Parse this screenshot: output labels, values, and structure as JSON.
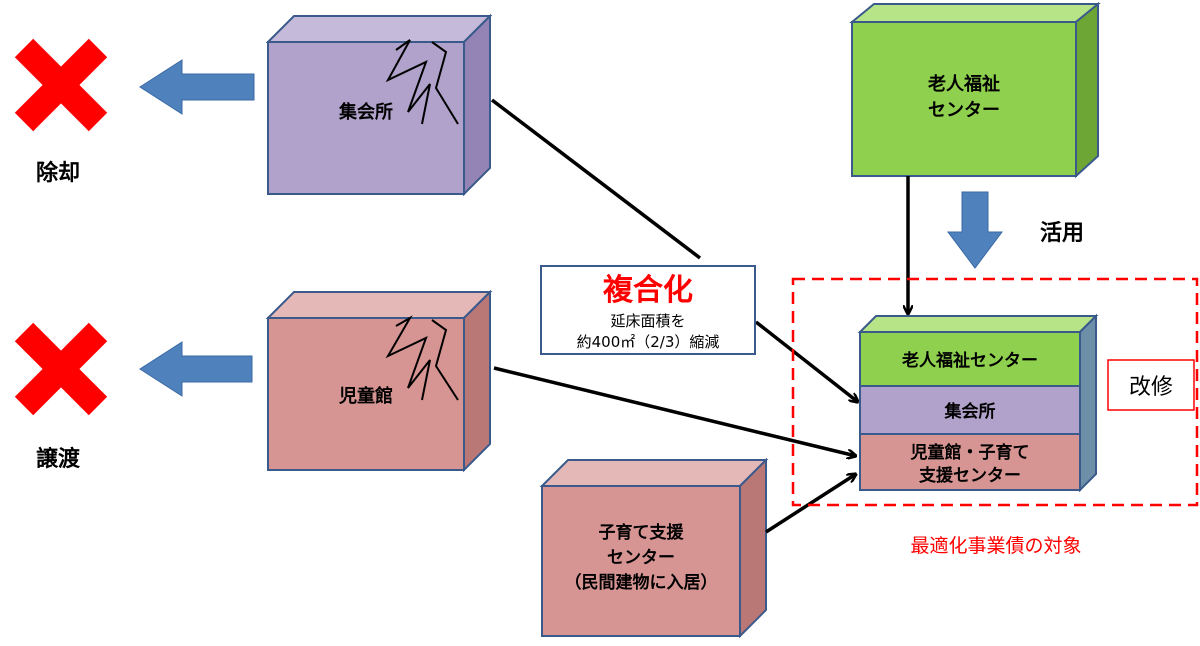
{
  "colors": {
    "purple_front": "#B0A2CA",
    "pink_front": "#D69593",
    "green_front": "#8FD14F",
    "box_stroke": "#3A5A8C",
    "blue_arrow": "#4F81BD",
    "red": "#FF0000",
    "black": "#000000"
  },
  "removed": [
    {
      "icon": "red-x-icon",
      "label": "除却"
    },
    {
      "icon": "red-x-icon",
      "label": "譲渡"
    }
  ],
  "boxes": {
    "assembly_hall": {
      "label": "集会所"
    },
    "childrens_hall": {
      "label": "児童館"
    },
    "childcare_center": {
      "line1": "子育て支援",
      "line2": "センター",
      "line3": "（民間建物に入居）"
    },
    "elderly_center": {
      "line1": "老人福祉",
      "line2": "センター"
    }
  },
  "utilize_label": "活用",
  "consolidation": {
    "title": "複合化",
    "line1": "延床面積を",
    "line2": "約400㎡（2/3）縮減"
  },
  "combined": {
    "layer_top": "老人福祉センター",
    "layer_middle": "集会所",
    "layer_bottom_1": "児童館・子育て",
    "layer_bottom_2": "支援センター"
  },
  "renovation_label": "改修",
  "target_caption": "最適化事業債の対象"
}
